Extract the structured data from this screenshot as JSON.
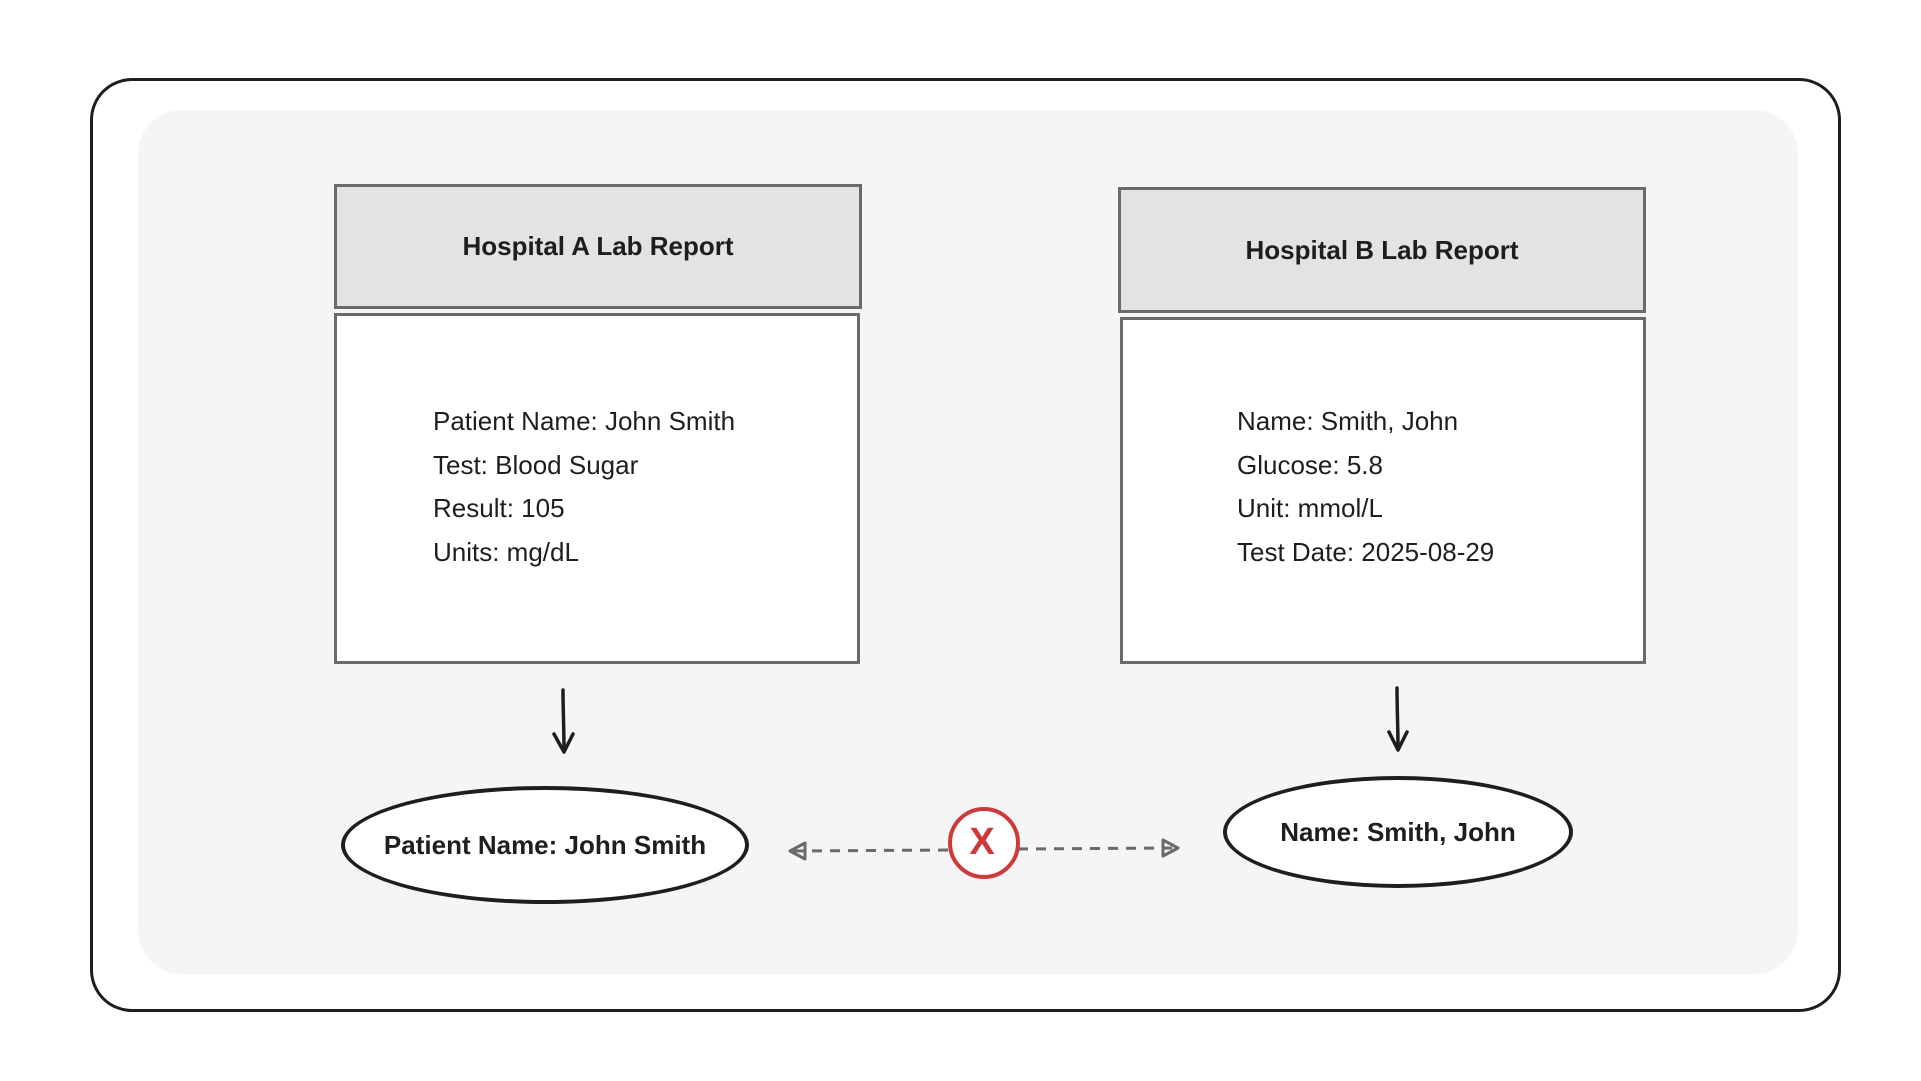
{
  "colors": {
    "ink": "#1e1e1e",
    "header_fill": "#e3e3e3",
    "panel_fill": "#f5f5f5",
    "mismatch_red": "#cc3a3a",
    "dashed_link": "#6a6a6a"
  },
  "report_a": {
    "title": "Hospital A Lab Report",
    "fields": [
      "Patient Name: John Smith",
      "Test: Blood Sugar",
      "Result: 105",
      "Units: mg/dL"
    ]
  },
  "report_b": {
    "title": "Hospital B Lab Report",
    "fields": [
      "Name: Smith, John",
      "Glucose: 5.8",
      "Unit: mmol/L",
      "Test Date: 2025-08-29"
    ]
  },
  "extracted_a": "Patient Name: John Smith",
  "extracted_b": "Name: Smith, John",
  "mismatch_symbol": "X",
  "icons": {
    "arrow_down": "arrow-down-icon",
    "mismatch": "x-circle-icon",
    "link": "dashed-double-arrow-icon"
  }
}
